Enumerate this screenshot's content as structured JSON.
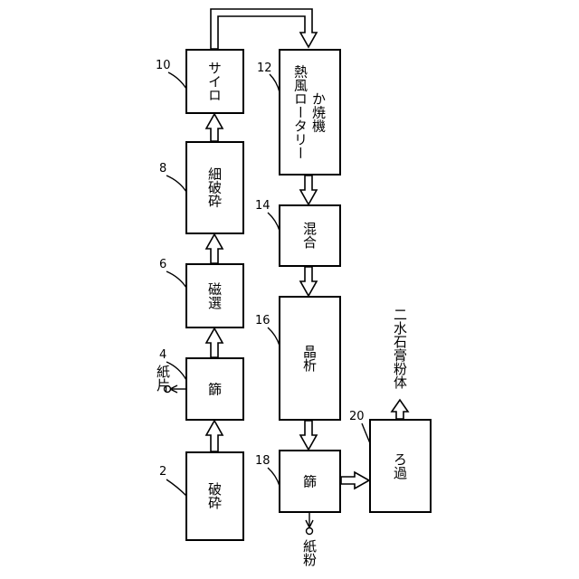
{
  "boxes": {
    "crush": {
      "label": "破砕",
      "number": "2"
    },
    "sieve1": {
      "label": "篩",
      "number": "4"
    },
    "magnetic": {
      "label": "磁選",
      "number": "6"
    },
    "fine_crush": {
      "label": "細破砕",
      "number": "8"
    },
    "silo": {
      "label": "サイロ",
      "number": "10"
    },
    "rotary_kiln": {
      "label_line1": "熱風ロータリー",
      "label_line2": "か焼機",
      "number": "12"
    },
    "mixing": {
      "label": "混合",
      "number": "14"
    },
    "crystallization": {
      "label": "晶析",
      "number": "16"
    },
    "sieve2": {
      "label": "篩",
      "number": "18"
    },
    "filtration": {
      "label": "ろ過",
      "number": "20"
    }
  },
  "outputs": {
    "paper_pieces": "紙片",
    "paper_powder": "紙粉",
    "gypsum_powder": "二水石膏粉体"
  }
}
